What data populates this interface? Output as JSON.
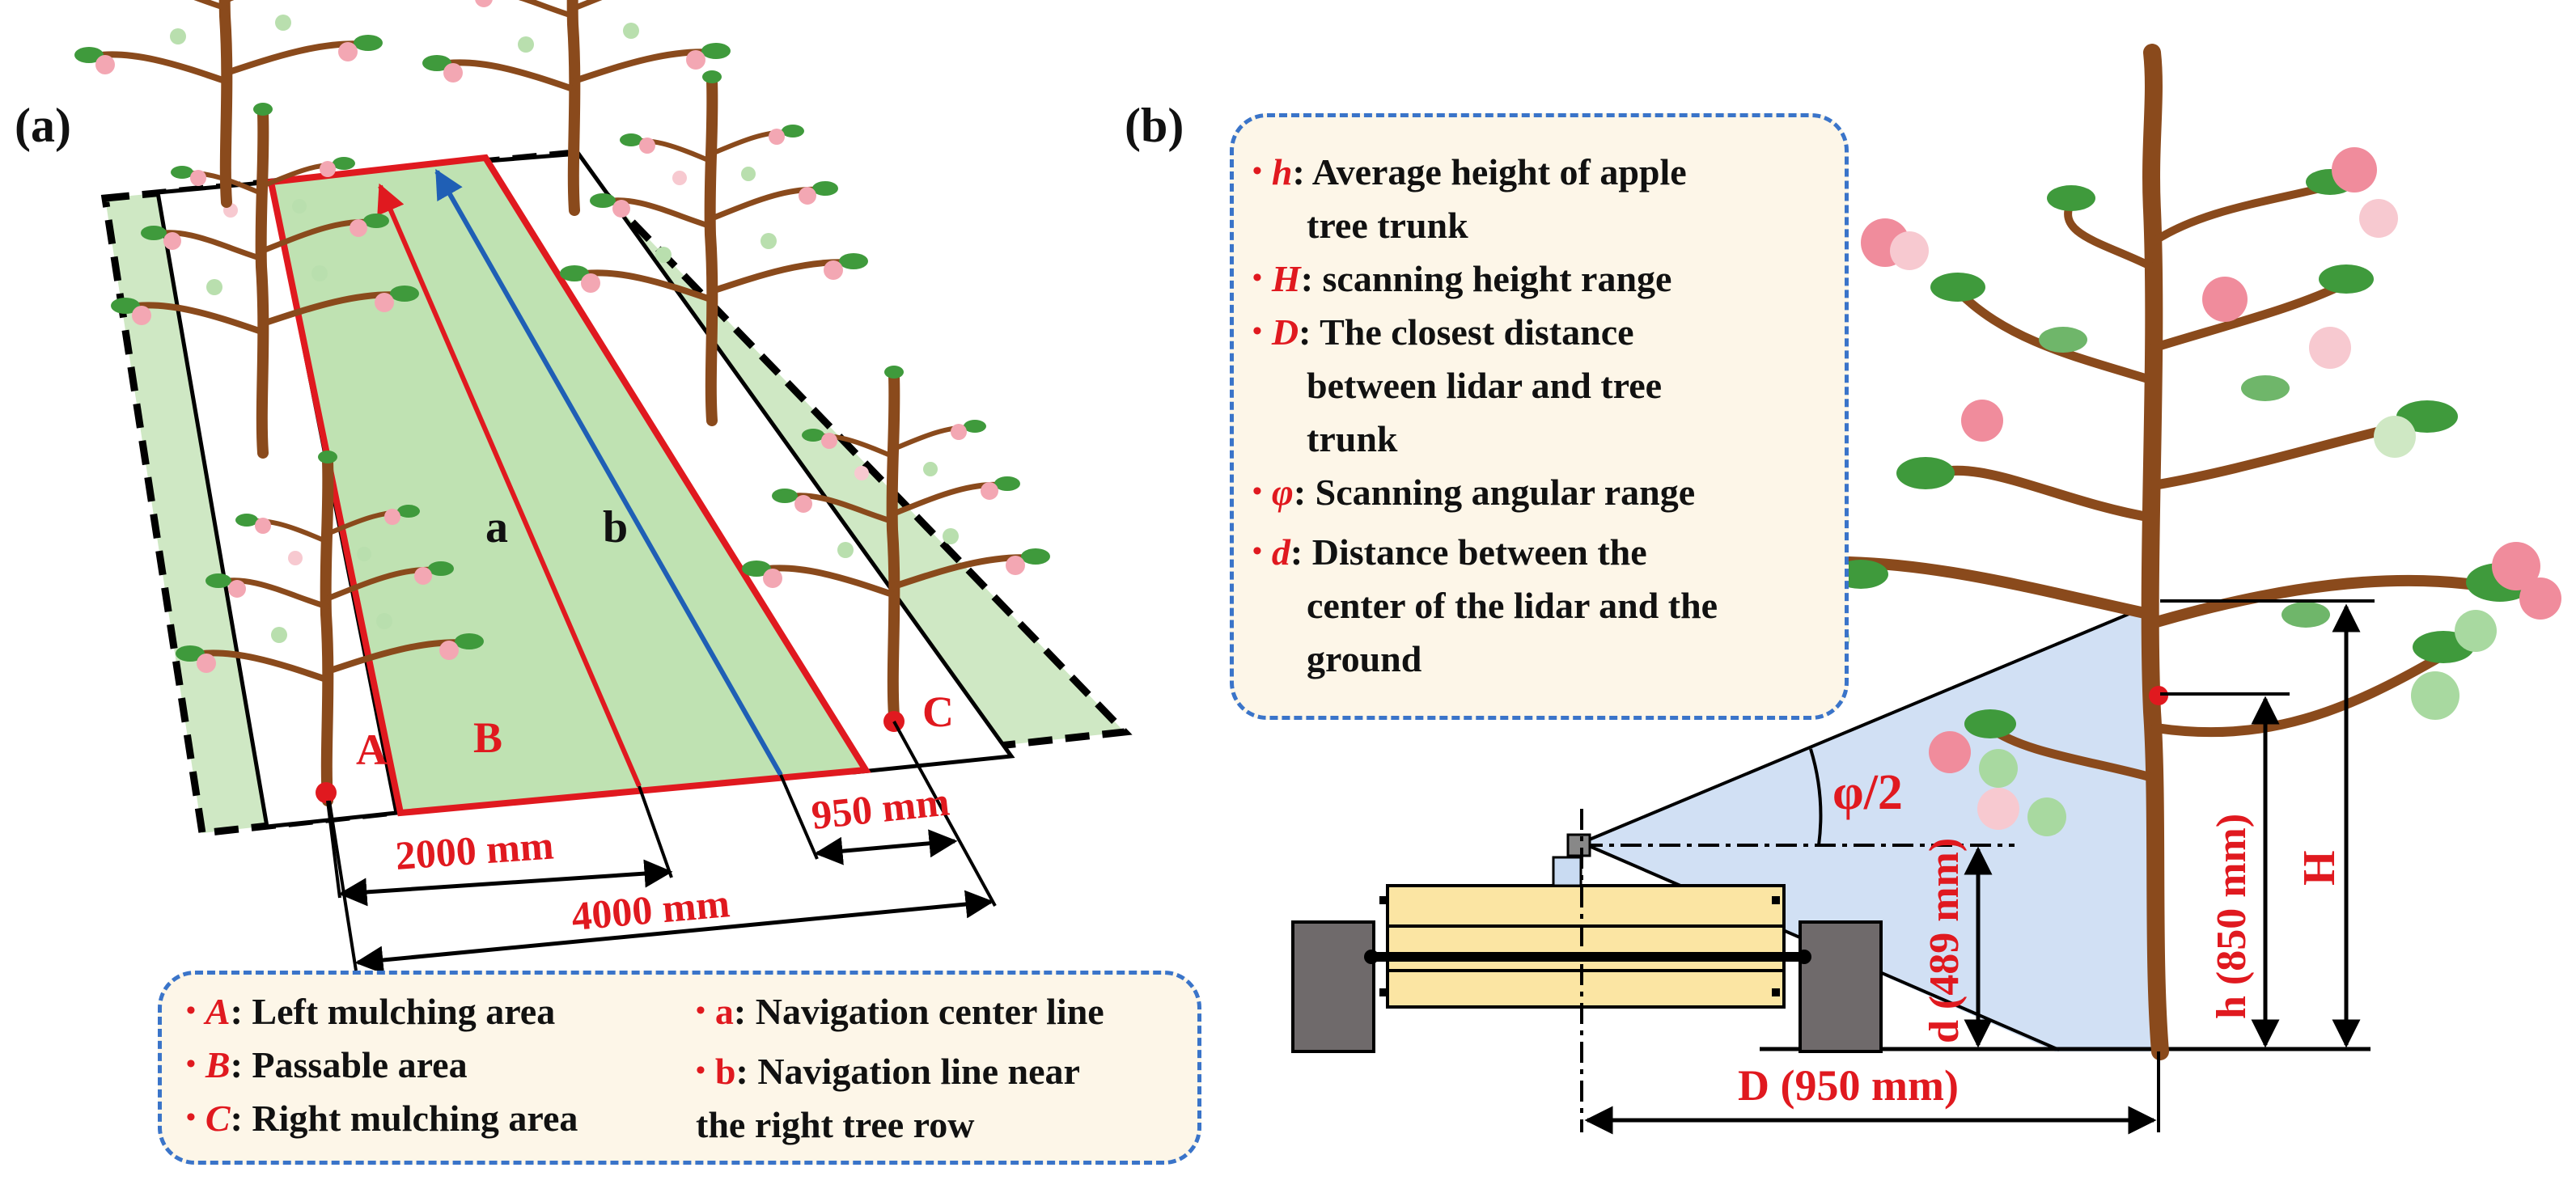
{
  "panel_a": {
    "tag": "(a)",
    "area_letters": {
      "A": "A",
      "B": "B",
      "C": "C"
    },
    "line_letters": {
      "a": "a",
      "b": "b"
    },
    "dimensions": {
      "d2000": "2000 mm",
      "d4000": "4000 mm",
      "d950": "950 mm"
    },
    "legend": {
      "left_col": [
        {
          "sym": "A",
          "text": ": Left mulching area"
        },
        {
          "sym": "B",
          "text": ": Passable area"
        },
        {
          "sym": "C",
          "text": ": Right mulching area"
        }
      ],
      "right_col": [
        {
          "sym": "a",
          "text": ": Navigation center line"
        },
        {
          "sym": "b",
          "text": ": Navigation line near",
          "cont": "the right tree row"
        }
      ]
    }
  },
  "panel_b": {
    "tag": "(b)",
    "labels": {
      "phi_half": "φ/2",
      "d_label": "d (489 mm)",
      "h_label": "h (850 mm)",
      "H_label": "H",
      "D_label": "D (950 mm)"
    },
    "legend": [
      {
        "sym": "h",
        "lines": [
          ": Average height of apple",
          "tree trunk"
        ]
      },
      {
        "sym": "H",
        "lines": [
          ": scanning height range"
        ]
      },
      {
        "sym": "D",
        "lines": [
          ": The closest distance",
          "between  lidar and tree",
          "trunk"
        ]
      },
      {
        "sym": "φ",
        "lines": [
          ": Scanning angular range"
        ]
      },
      {
        "sym": "d",
        "lines": [
          ": Distance between the",
          "center of the lidar and the",
          "ground"
        ]
      }
    ]
  },
  "colors": {
    "mulch_green": "#cfe8c4",
    "passable_green": "#bfe2b2",
    "accent_red": "#e0191f",
    "nav_blue": "#1f5fb5",
    "trunk_brown": "#8a4a1c",
    "leaf_green": "#3f9a3c",
    "blossom_pink": "#f3a7b3",
    "legend_bg": "#fdf6e8",
    "legend_border": "#3a74c9",
    "scan_blue": "#c9dbf2",
    "cart_yellow": "#fbe5a3",
    "wheel_gray": "#6f6a6b"
  }
}
